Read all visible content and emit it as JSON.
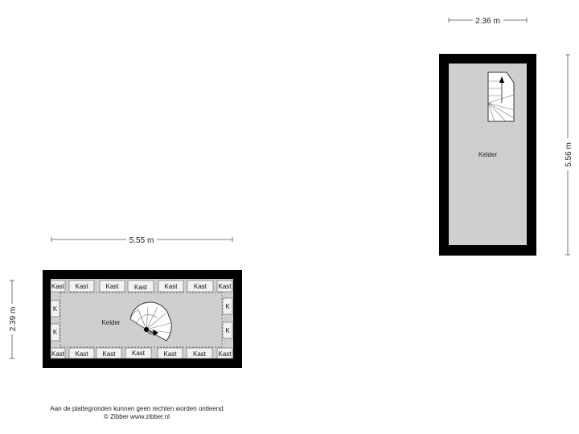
{
  "plans": {
    "basement_small": {
      "room_label": "Kelder",
      "width_dim": "2.36 m",
      "height_dim": "5.56 m"
    },
    "basement_large": {
      "room_label": "Kelder",
      "width_dim": "5.55 m",
      "height_dim": "2.39 m",
      "cabinet_label": "Kast",
      "side_cabinet_label": "K"
    }
  },
  "footer": {
    "disclaimer": "Aan de plattegronden kunnen geen rechten worden ontleend",
    "copyright": "© Zibber www.zibber.nl"
  },
  "colors": {
    "wall": "#000000",
    "floor": "#cfcfcf",
    "cabinet": "#f2f2f2",
    "dimension_line": "#555555"
  }
}
